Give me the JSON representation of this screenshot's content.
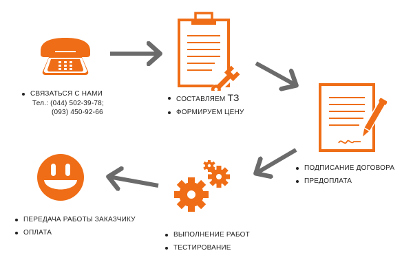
{
  "colors": {
    "accent": "#ef6d16",
    "arrow": "#6b6b6b"
  },
  "steps": [
    {
      "icon": "phone-icon",
      "items": [
        "СВЯЗАТЬСЯ С НАМИ"
      ],
      "phone_label": "Тел.:",
      "phone1": "(044) 502-39-78;",
      "phone2": "(093) 450-92-66"
    },
    {
      "icon": "clipboard-wrench-icon",
      "items": [
        "СОСТАВЛЯЕМ",
        "ФОРМИРУЕМ ЦЕНУ"
      ],
      "items_big": "ТЗ"
    },
    {
      "icon": "contract-pen-icon",
      "items": [
        "ПОДПИСАНИЕ ДОГОВОРА",
        "ПРЕДОПЛАТА"
      ]
    },
    {
      "icon": "gears-icon",
      "items": [
        "ВЫПОЛНЕНИЕ РАБОТ",
        "ТЕСТИРОВАНИЕ"
      ]
    },
    {
      "icon": "smiley-icon",
      "items": [
        "ПЕРЕДАЧА РАБОТЫ ЗАКАЗЧИКУ",
        "ОПЛАТА"
      ]
    }
  ]
}
